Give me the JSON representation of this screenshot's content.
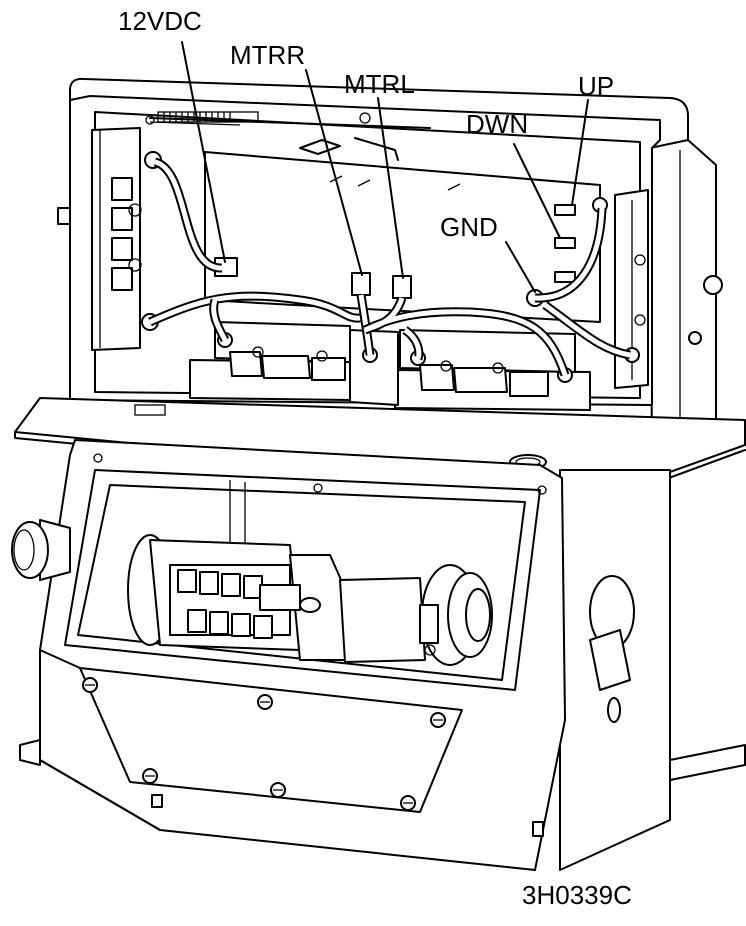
{
  "labels": {
    "vdc12": "12VDC",
    "mtrr": "MTRR",
    "mtrl": "MTRL",
    "up": "UP",
    "dwn": "DWN",
    "gnd": "GND"
  },
  "figure_id": "3H0339C"
}
